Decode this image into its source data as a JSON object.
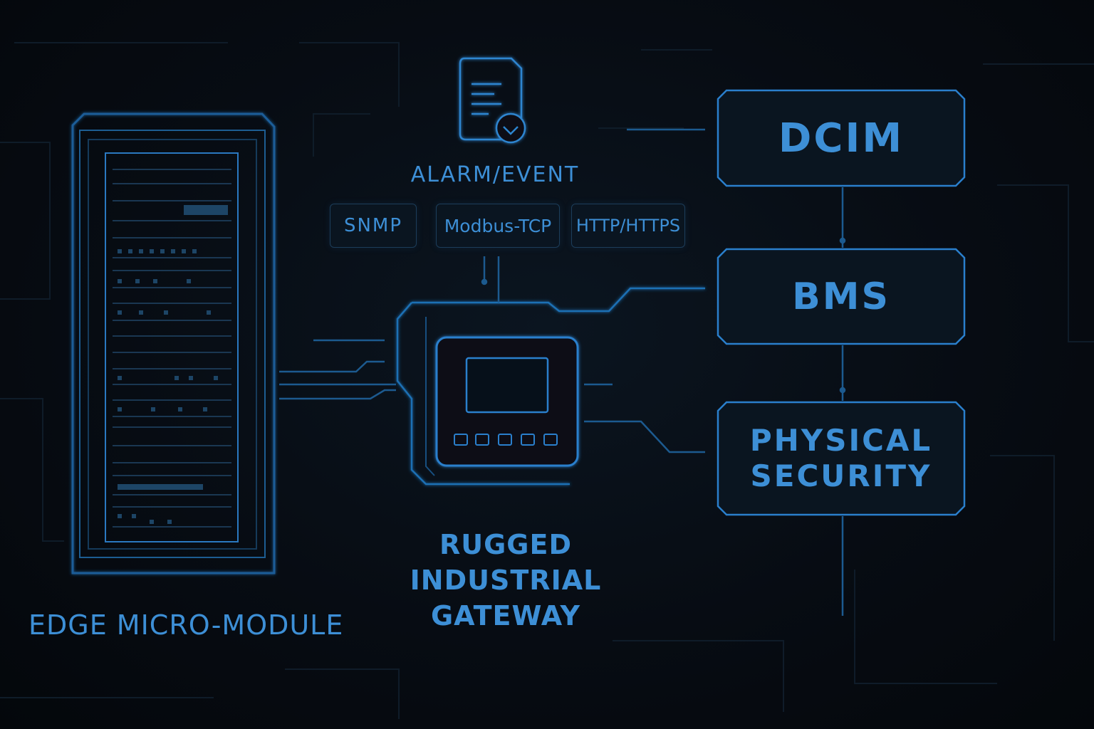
{
  "edge_module": {
    "label": "EDGE MICRO-MODULE"
  },
  "gateway": {
    "label_lines": [
      "RUGGED",
      "INDUSTRIAL",
      "GATEWAY"
    ]
  },
  "alarm": {
    "label": "ALARM/EVENT",
    "icon": "document-check-icon"
  },
  "protocols": [
    "SNMP",
    "Modbus-TCP",
    "HTTP/HTTPS"
  ],
  "systems": {
    "dcim": "DCIM",
    "bms": "BMS",
    "security_lines": [
      "PHYSICAL",
      "SECURITY"
    ]
  },
  "colors": {
    "background": "#05080d",
    "accent": "#3d8fd6",
    "line": "#1f6fb4",
    "dim_line": "#13283c"
  }
}
